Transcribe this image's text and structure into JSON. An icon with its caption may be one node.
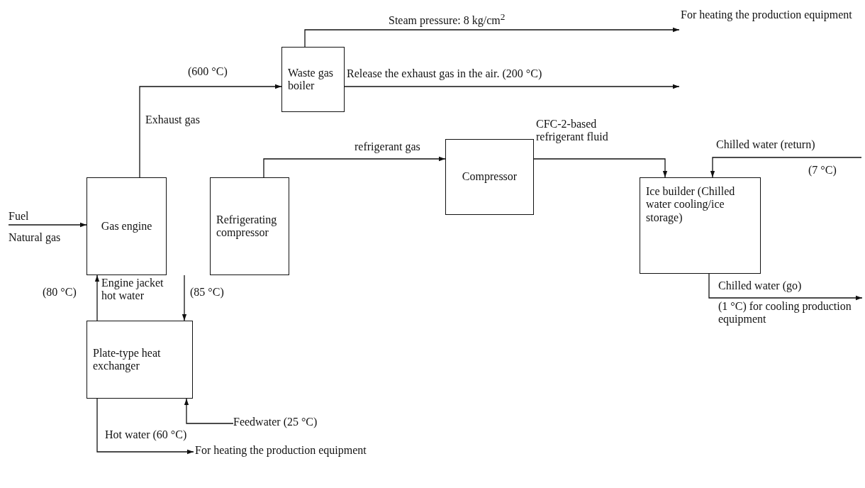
{
  "diagram": {
    "nodes": [
      {
        "text": [
          "Waste gas boiler"
        ]
      },
      {
        "text": [
          "Gas engine"
        ]
      },
      {
        "text": [
          "Refrigerating compressor"
        ]
      },
      {
        "text": [
          "Compressor"
        ]
      },
      {
        "text": [
          "Ice builder (Chilled water cooling/ice storage)"
        ]
      },
      {
        "text": [
          "Plate-type heat exchanger"
        ]
      },
      {
        "text": [
          "For heating the production equipment"
        ]
      },
      {
        "text": [
          "Feedwater (25 °C)"
        ]
      },
      {
        "text": [
          "For heating the production equipment"
        ]
      },
      {
        "text": [
          "Fuel",
          "Natural gas"
        ]
      },
      {
        "text": [
          "(1 °C) for cooling production equipment"
        ]
      }
    ],
    "edges": [
      {
        "from": 1,
        "to": 0,
        "arrow": "to",
        "label": "Exhaust gas"
      },
      {
        "from": 0,
        "to": 6,
        "arrow": "to",
        "label": "Steam pressure:  8 kg/cm$^{2}$"
      },
      {
        "from": 0,
        "to": null,
        "arrow": "to",
        "label": "Release the exhaust gas in the air. (200 °C)"
      },
      {
        "from": 2,
        "to": 3,
        "arrow": "to",
        "label": "refrigerant gas"
      },
      {
        "from": 3,
        "to": 4,
        "arrow": "to",
        "label": "CFC-2-based refrigerant fluid"
      },
      {
        "from": null,
        "to": 4,
        "arrow": "to",
        "label": "Chilled water (return)"
      },
      {
        "from": 4,
        "to": 10,
        "arrow": "to",
        "label": "Chilled water (go)"
      },
      {
        "from": 9,
        "to": 1,
        "arrow": "to"
      },
      {
        "from": 5,
        "to": 1,
        "arrow": "to",
        "label": "(80 °C)"
      },
      {
        "from": 1,
        "to": 5,
        "arrow": "to",
        "label": "(85 °C)"
      },
      {
        "from": 7,
        "to": 5,
        "arrow": "to"
      },
      {
        "from": 5,
        "to": 8,
        "arrow": "to",
        "label": "Hot water (60 °C)"
      }
    ],
    "labels": [
      "(600 °C)",
      "(7 °C)",
      "Engine jacket hot water"
    ]
  }
}
